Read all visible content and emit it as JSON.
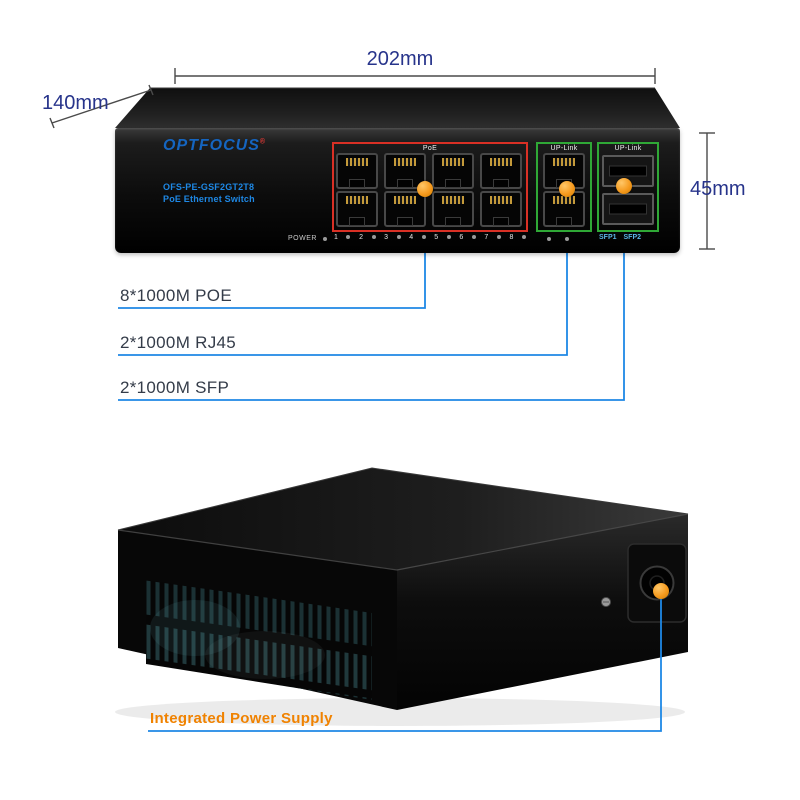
{
  "dimensions": {
    "width": "202mm",
    "depth": "140mm",
    "height": "45mm"
  },
  "front_view": {
    "brand": "OPTFOCUS",
    "registered_mark": "®",
    "model": "OFS-PE-GSF2GT2T8",
    "product_name": "PoE Ethernet Switch",
    "poe_group_label": "PoE",
    "uplink_rj45_group_label": "UP-Link",
    "uplink_sfp_group_label": "UP-Link",
    "led_row": {
      "power_label": "POWER",
      "port_numbers": [
        "1",
        "2",
        "3",
        "4",
        "5",
        "6",
        "7",
        "8"
      ],
      "sfp_led_labels": [
        "SFP1",
        "SFP2"
      ]
    }
  },
  "callouts": {
    "poe": "8*1000M POE",
    "rj45": "2*1000M RJ45",
    "sfp": "2*1000M SFP",
    "power_supply": "Integrated Power Supply"
  },
  "colors": {
    "accent-blue": "#1e88e5",
    "marker-orange": "#f59a1e",
    "callout-orange": "#f08200",
    "poe-box-red": "#d93025",
    "uplink-box-green": "#2fa836",
    "brand-blue": "#1565c0",
    "panel-text-blue": "#1e88e5",
    "dimension-text": "#27348b",
    "sfp-led-blue": "#5ab4e5",
    "label-dark": "#343c49"
  }
}
